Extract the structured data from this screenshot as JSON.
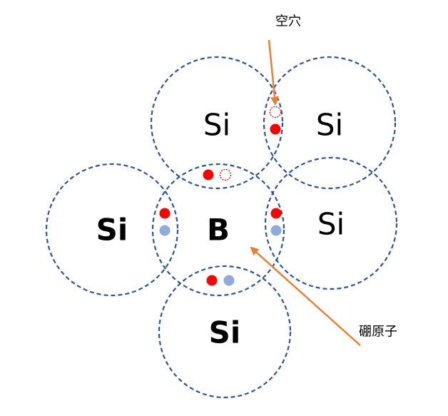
{
  "colors": {
    "circle_stroke": "#2f5597",
    "electron_red": "#ff0000",
    "electron_blue": "#8faadc",
    "hole_stroke": "#ff0000",
    "arrow": "#ed7d31"
  },
  "atoms": {
    "si_top_left": "Si",
    "si_top_right": "Si",
    "si_left": "Si",
    "boron": "B",
    "si_right": "Si",
    "si_bottom": "Si"
  },
  "annotations": {
    "hole": "空穴",
    "boron_atom": "硼原子"
  }
}
